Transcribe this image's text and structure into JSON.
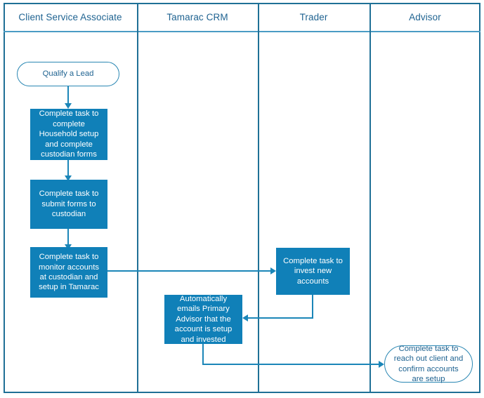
{
  "diagram": {
    "type": "swimlane-flowchart",
    "colors": {
      "process_fill": "#1080b8",
      "process_text": "#ffffff",
      "terminator_border": "#2a87b3",
      "terminator_text": "#1f6391",
      "lane_border": "#1f7096",
      "connector": "#1b86b8",
      "background": "#ffffff"
    }
  },
  "lanes": [
    {
      "id": "csa",
      "label": "Client Service Associate"
    },
    {
      "id": "crm",
      "label": "Tamarac CRM"
    },
    {
      "id": "trader",
      "label": "Trader"
    },
    {
      "id": "advisor",
      "label": "Advisor"
    }
  ],
  "nodes": [
    {
      "id": "qualify-lead",
      "lane": "csa",
      "shape": "terminator",
      "label": "Qualify a Lead"
    },
    {
      "id": "household-setup",
      "lane": "csa",
      "shape": "process",
      "label": "Complete task to complete Household setup and complete custodian forms"
    },
    {
      "id": "submit-forms",
      "lane": "csa",
      "shape": "process",
      "label": "Complete task to submit forms to custodian"
    },
    {
      "id": "monitor-accounts",
      "lane": "csa",
      "shape": "process",
      "label": "Complete task to monitor accounts at custodian and setup in Tamarac"
    },
    {
      "id": "invest-accounts",
      "lane": "trader",
      "shape": "process",
      "label": "Complete task to invest new accounts"
    },
    {
      "id": "auto-email",
      "lane": "crm",
      "shape": "process",
      "label": "Automatically emails Primary Advisor that the account is setup and invested"
    },
    {
      "id": "reach-out-client",
      "lane": "advisor",
      "shape": "terminator",
      "label": "Complete task to reach out client and confirm accounts are setup"
    }
  ],
  "edges": [
    {
      "id": "e1",
      "from": "qualify-lead",
      "to": "household-setup",
      "direction": "down"
    },
    {
      "id": "e2",
      "from": "household-setup",
      "to": "submit-forms",
      "direction": "down"
    },
    {
      "id": "e3",
      "from": "submit-forms",
      "to": "monitor-accounts",
      "direction": "down"
    },
    {
      "id": "e4",
      "from": "monitor-accounts",
      "to": "invest-accounts",
      "direction": "right"
    },
    {
      "id": "e5",
      "from": "invest-accounts",
      "to": "auto-email",
      "direction": "left"
    },
    {
      "id": "e6",
      "from": "auto-email",
      "to": "reach-out-client",
      "direction": "right"
    }
  ]
}
